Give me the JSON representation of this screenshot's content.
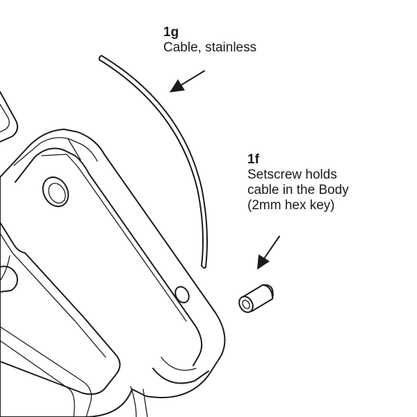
{
  "callouts": {
    "cable": {
      "id": "1g",
      "lines": [
        "Cable, stainless"
      ]
    },
    "setscrew": {
      "id": "1f",
      "lines": [
        "Setscrew holds",
        "cable in the Body",
        "(2mm hex key)"
      ]
    }
  },
  "colors": {
    "ink": "#1a1a1a",
    "background": "#ffffff"
  },
  "icons": {
    "pointer": "arrow-icon"
  }
}
